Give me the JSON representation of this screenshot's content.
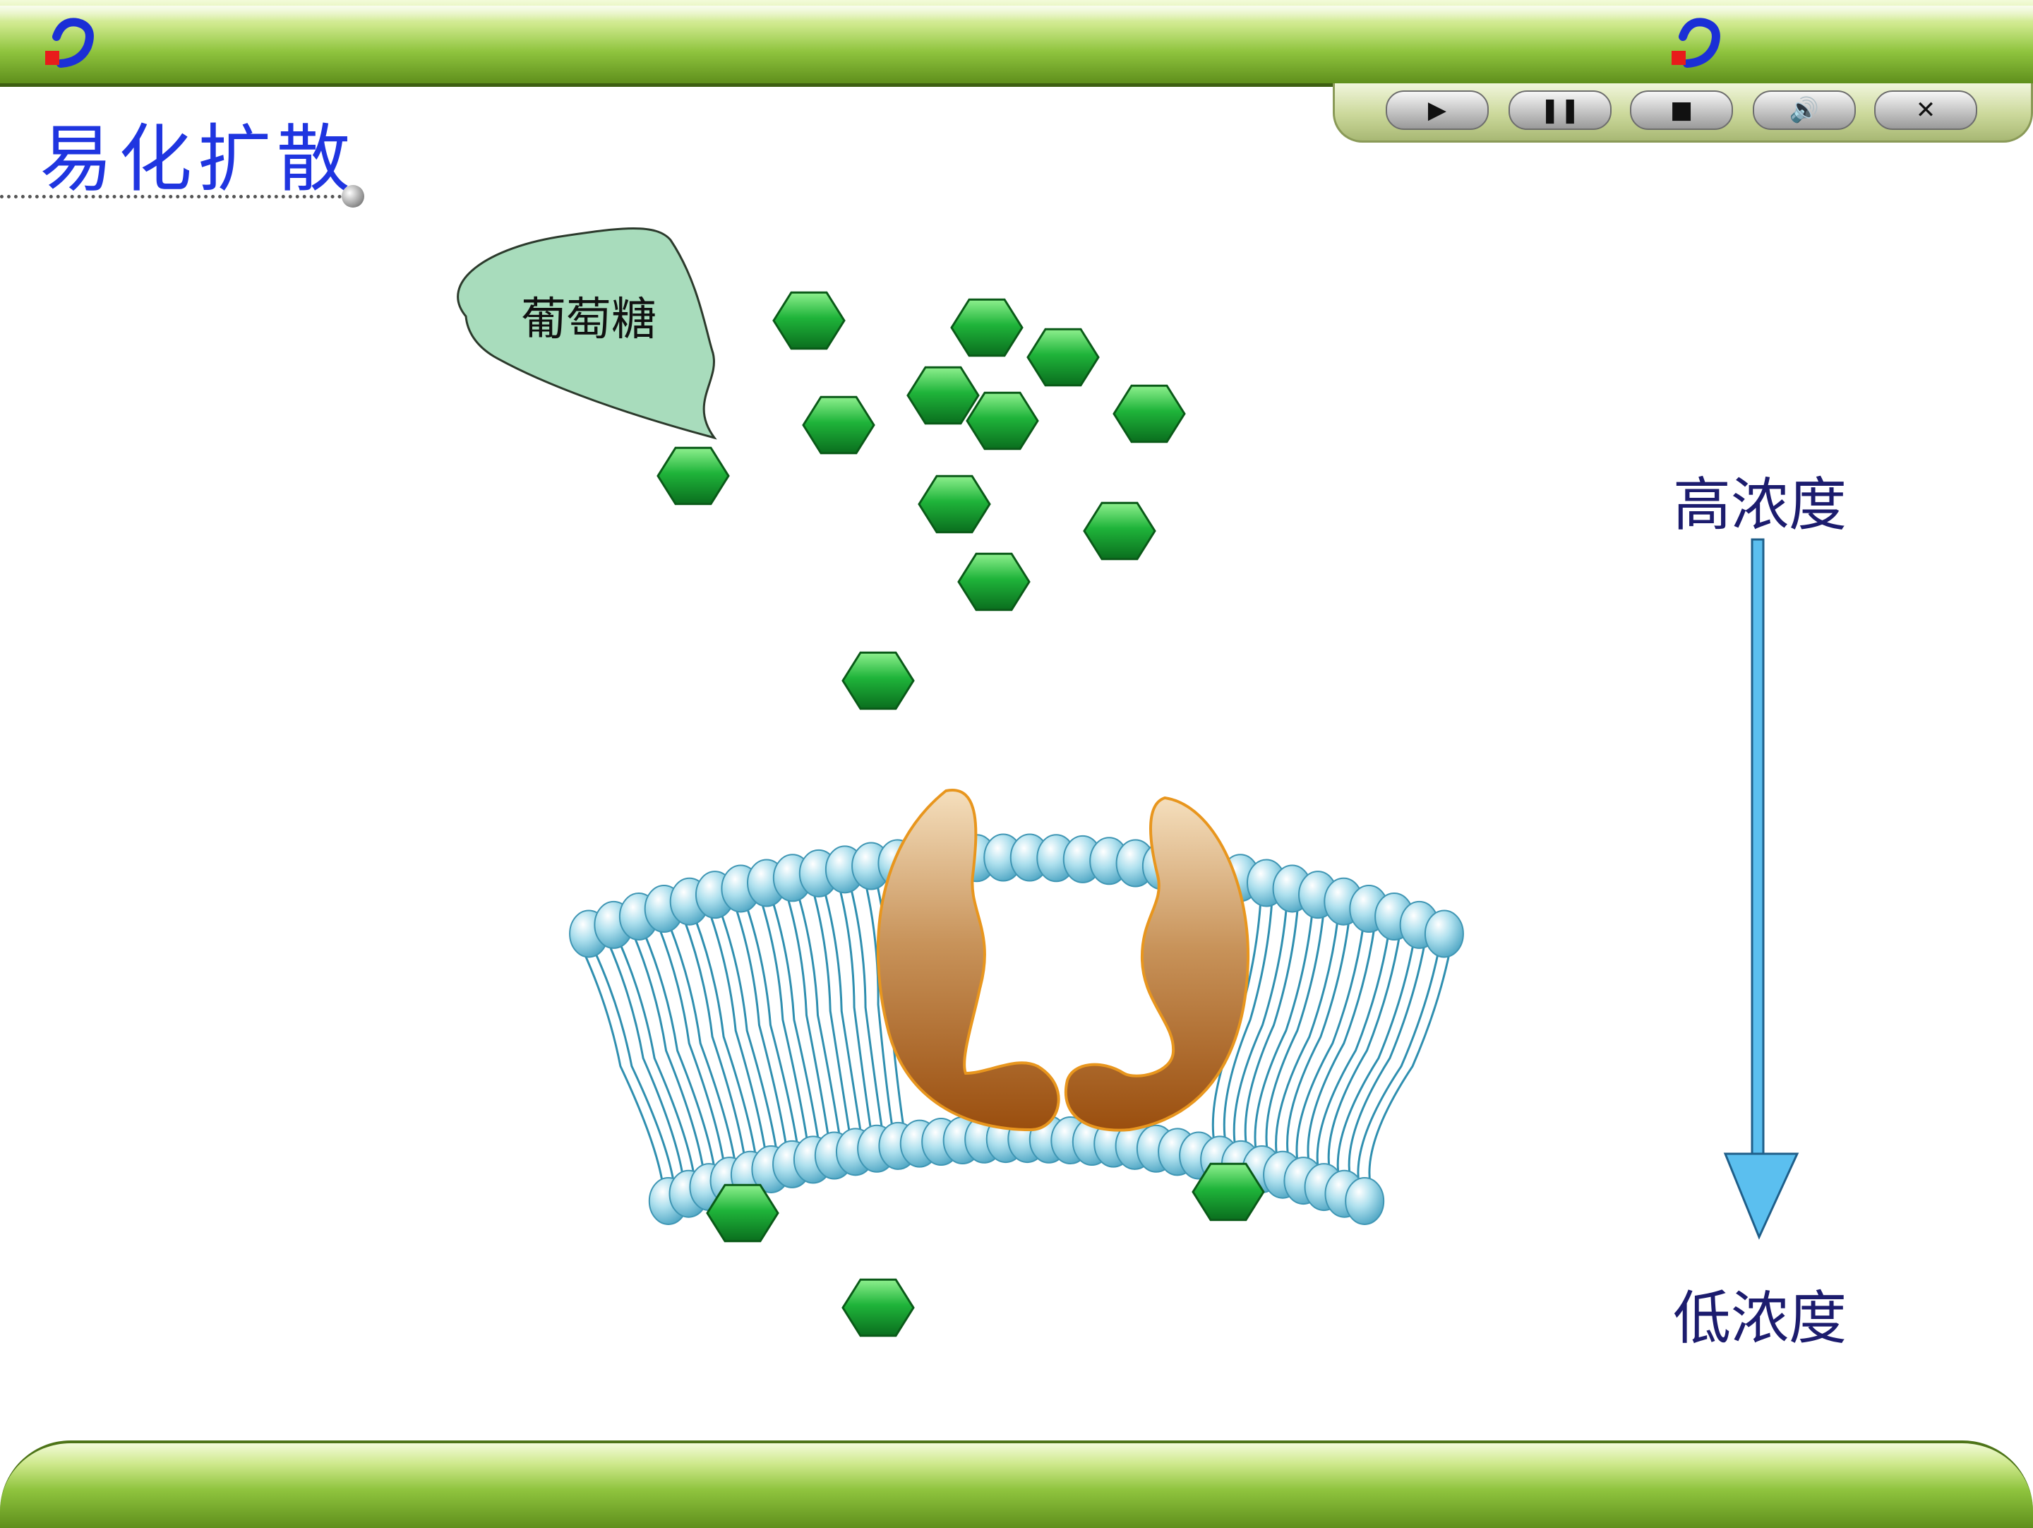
{
  "title": "易化扩散",
  "callout": {
    "label": "葡萄糖"
  },
  "concentration": {
    "high": "高浓度",
    "low": "低浓度"
  },
  "controls": [
    {
      "name": "play-button",
      "icon": "play-icon",
      "glyph": "▶"
    },
    {
      "name": "pause-button",
      "icon": "pause-icon",
      "glyph": "❚❚"
    },
    {
      "name": "stop-button",
      "icon": "stop-icon",
      "glyph": "■"
    },
    {
      "name": "volume-button",
      "icon": "volume-icon",
      "glyph": "🔊"
    },
    {
      "name": "close-button",
      "icon": "close-icon",
      "glyph": "✕"
    }
  ],
  "colors": {
    "title": "#1f35e0",
    "glucose": "#1fa834",
    "carrier_protein": "#a35a1c",
    "phospholipid_head": "#7ec6dc",
    "arrow": "#5bbfef",
    "callout": "#a8dcbc",
    "bar": "#8fc43e"
  }
}
